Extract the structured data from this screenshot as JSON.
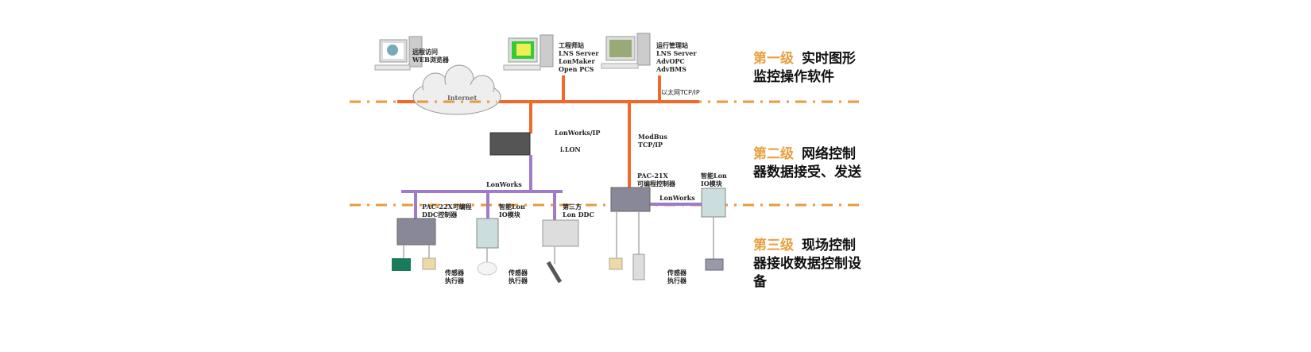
{
  "colors": {
    "ethernet": "#f06a2c",
    "lonworks": "#a07cc8",
    "tier_dash": "#e89a3c",
    "tier_level": "#e8a040"
  },
  "stations": [
    {
      "label": "远程访问\nWEB浏览器",
      "icon": "web-browser-computer-icon"
    },
    {
      "label": "工程师站\nLNS Server\nLonMaker\nOpen PCS",
      "icon": "engineer-station-computer-icon"
    },
    {
      "label": "运行管理站\nLNS Server\nAdvOPC\nAdvBMS",
      "icon": "operation-station-computer-icon"
    }
  ],
  "network": {
    "internet": "Internet",
    "ethernet": "以太网TCP/IP",
    "lonworks_ip": "LonWorks/IP",
    "ilon": "i.LON",
    "modbus": "ModBus\nTCP/IP",
    "lonworks_left": "LonWorks",
    "lonworks_right": "LonWorks"
  },
  "devices": {
    "pac21x": "PAC-21X\n可编程控制器",
    "io_right": "智能Lon\nIO模块",
    "pac22x": "PAC-22X可编程\nDDC控制器",
    "io_left": "智能Lon\nIO模块",
    "third_party": "第三方\nLon DDC",
    "sensor1": "传感器\n执行器",
    "sensor2": "传感器\n执行器",
    "sensor3": "传感器\n执行器"
  },
  "tiers": [
    {
      "level": "第一级",
      "line1": "实时图形",
      "line2": "监控操作软件"
    },
    {
      "level": "第二级",
      "line1": "网络控制",
      "line2": "器数据接受、发送"
    },
    {
      "level": "第三级",
      "line1": "现场控制",
      "line2": "器接收数据控制设",
      "line3": "备"
    }
  ]
}
